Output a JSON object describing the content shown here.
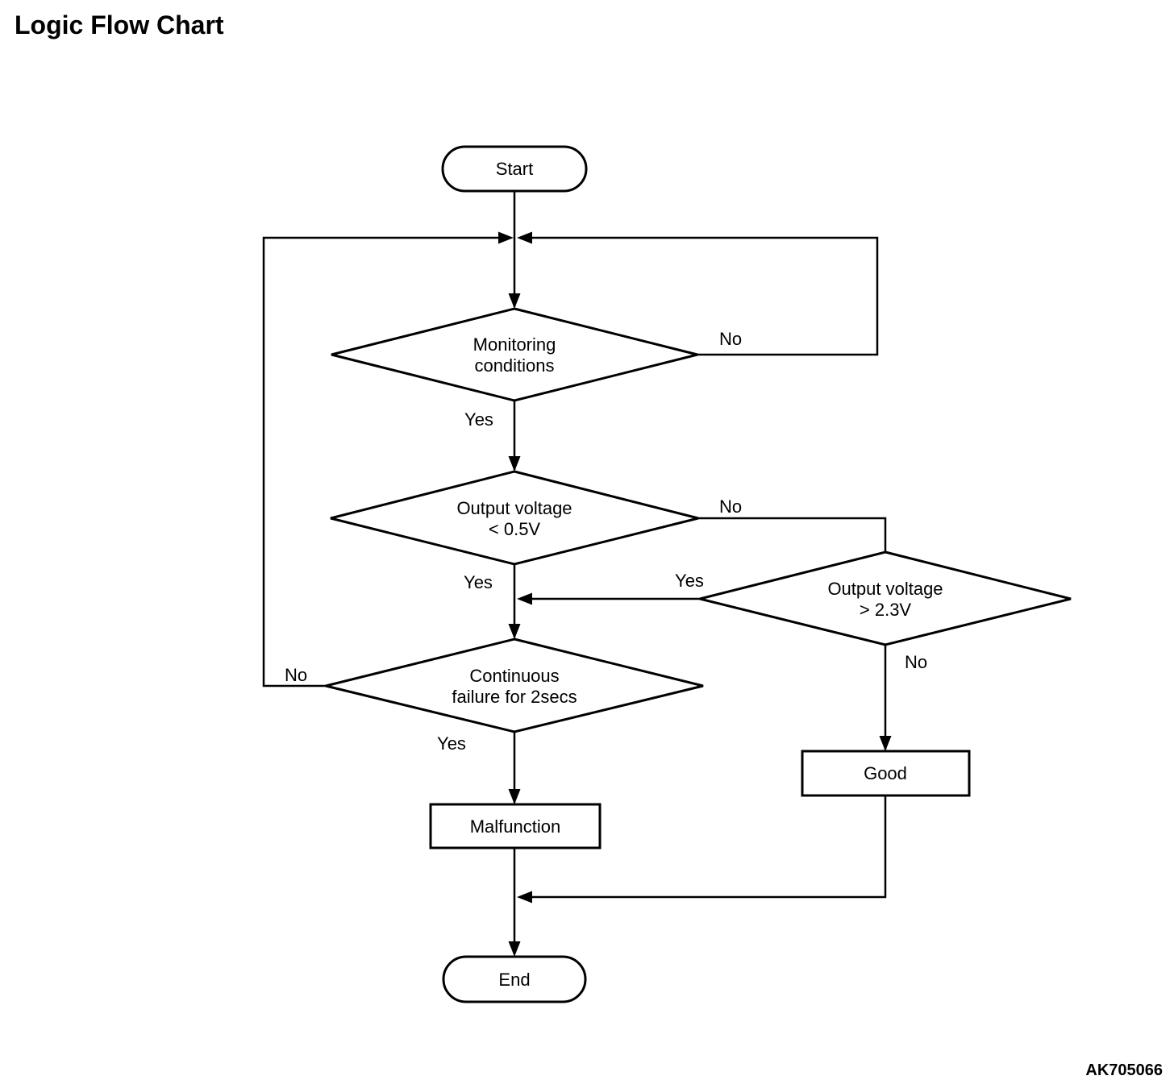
{
  "page": {
    "title": "Logic Flow Chart",
    "figure_code": "AK705066"
  },
  "nodes": {
    "start": {
      "label": "Start"
    },
    "monitoring_conditions": {
      "line1": "Monitoring",
      "line2": "conditions"
    },
    "output_voltage_low": {
      "line1": "Output voltage",
      "line2": "< 0.5V"
    },
    "output_voltage_high": {
      "line1": "Output voltage",
      "line2": "> 2.3V"
    },
    "continuous_failure": {
      "line1": "Continuous",
      "line2": "failure for 2secs"
    },
    "malfunction": {
      "label": "Malfunction"
    },
    "good": {
      "label": "Good"
    },
    "end": {
      "label": "End"
    }
  },
  "labels": {
    "monitoring_no": "No",
    "monitoring_yes": "Yes",
    "voltage_low_no": "No",
    "voltage_low_yes": "Yes",
    "voltage_high_yes": "Yes",
    "voltage_high_no": "No",
    "continuous_no": "No",
    "continuous_yes": "Yes"
  },
  "colors": {
    "stroke": "#000000",
    "text": "#000000",
    "background": "#ffffff"
  }
}
